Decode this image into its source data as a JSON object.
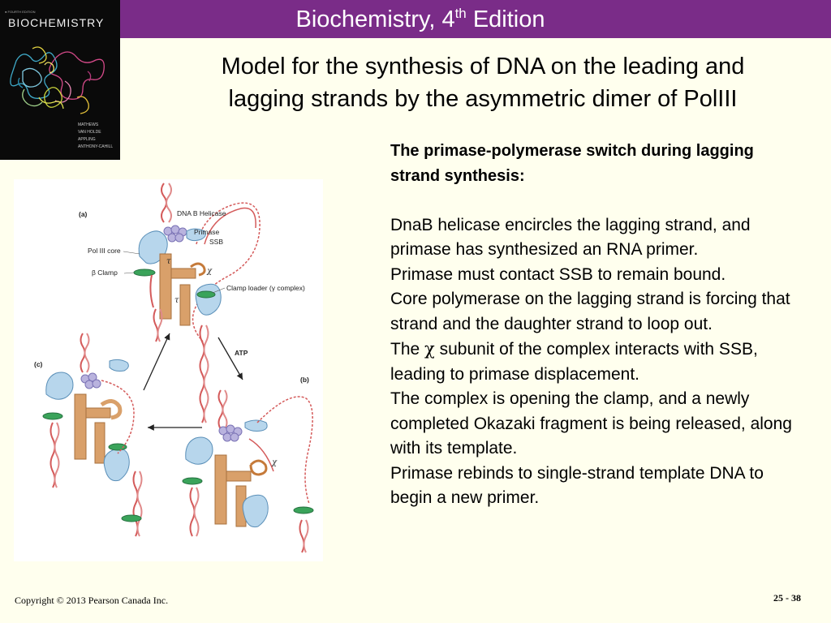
{
  "header": {
    "title_main": "Biochemistry, 4",
    "title_sup": "th",
    "title_end": " Edition"
  },
  "cover": {
    "edition": "● FOURTH EDITION",
    "title": "BIOCHEMISTRY",
    "authors": [
      "MATHEWS",
      "VAN HOLDE",
      "APPLING",
      "ANTHONY-CAHILL"
    ]
  },
  "slide": {
    "title_line1": "Model for the synthesis of DNA on the leading and",
    "title_line2": "lagging strands by the asymmetric dimer of PolIII"
  },
  "text": {
    "heading": "The primase-polymerase switch during lagging strand synthesis:",
    "p1": "DnaB helicase encircles the lagging strand, and primase has synthesized an RNA primer.",
    "p2": "Primase must contact SSB to remain bound.",
    "p3": "Core polymerase on the lagging strand is forcing that strand and the daughter strand to loop out.",
    "p4_start": "The ",
    "p4_symbol": "χ",
    "p4_end": " subunit of the complex interacts with SSB, leading to primase displacement.",
    "p5": "The complex is opening the clamp, and a newly completed Okazaki fragment is being released, along with its template.",
    "p6": "Primase rebinds to single-strand template DNA to begin a new primer."
  },
  "figure": {
    "panel_a": "(a)",
    "panel_b": "(b)",
    "panel_c": "(c)",
    "label_helicase": "DNA B Helicase",
    "label_primase": "Primase",
    "label_ssb": "SSB",
    "label_core": "Pol III core",
    "label_clamp": "β Clamp",
    "label_loader": "Clamp loader (γ complex)",
    "label_atp": "ATP",
    "tau": "τ",
    "chi": "χ"
  },
  "footer": {
    "copyright": "Copyright © 2013 Pearson Canada Inc.",
    "slide_number": "25 - 38"
  },
  "colors": {
    "header_bar": "#7a2c88",
    "background": "#ffffee",
    "polymerase": "#d9a06a",
    "clamp": "#3aa35a",
    "helicase": "#b9b3de",
    "core": "#b7d6ec",
    "dna": "#d45a5a"
  }
}
